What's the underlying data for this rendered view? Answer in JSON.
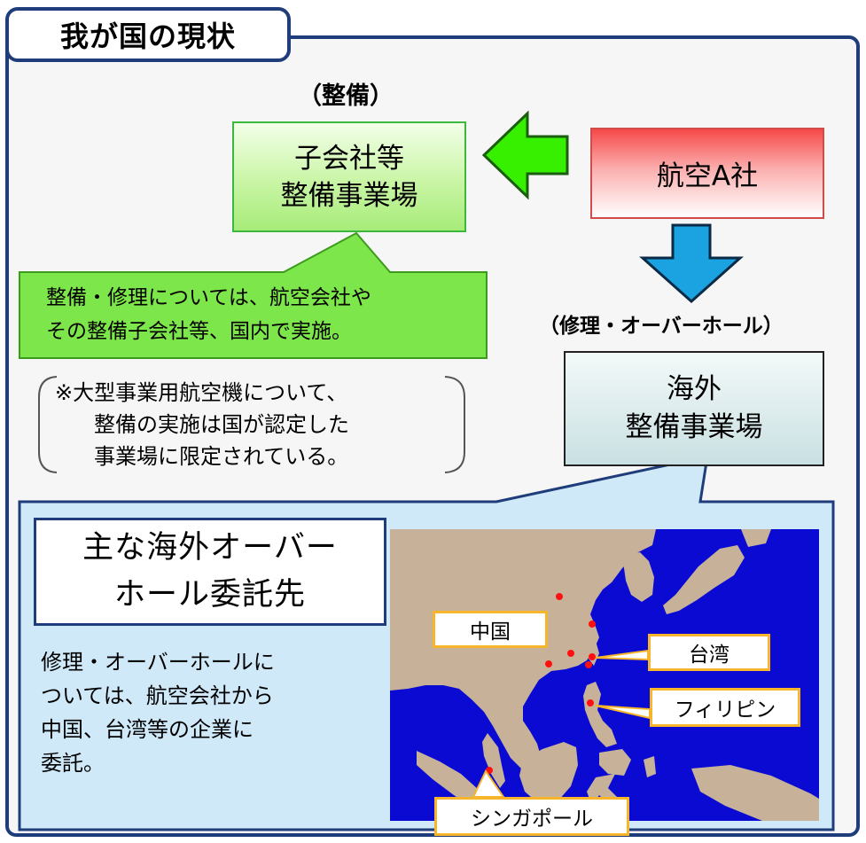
{
  "title": "我が国の現状",
  "top": {
    "maintenance_label": "（整備）",
    "subsidiary_line1": "子会社等",
    "subsidiary_line2": "整備事業場",
    "airline_label": "航空A社",
    "overhaul_label": "（修理・オーバーホール）",
    "overseas_line1": "海外",
    "overseas_line2": "整備事業場"
  },
  "callout": {
    "line1": "整備・修理については、航空会社や",
    "line2": "その整備子会社等、国内で実施。"
  },
  "note": {
    "line1": "※大型事業用航空機について、",
    "line2": "整備の実施は国が認定した",
    "line3": "事業場に限定されている。"
  },
  "overseas_panel": {
    "title_line1": "主な海外オーバー",
    "title_line2": "ホール委託先",
    "desc_line1": "修理・オーバーホールに",
    "desc_line2": "ついては、航空会社から",
    "desc_line3": "中国、台湾等の企業に",
    "desc_line4": "委託。"
  },
  "map_labels": {
    "china": "中国",
    "taiwan": "台湾",
    "philippines": "フィリピン",
    "singapore": "シンガポール"
  },
  "colors": {
    "frame": "#1f3d7a",
    "green_arrow": "#36f000",
    "blue_arrow": "#1aa3e0",
    "sea": "#0a0ad2",
    "land": "#c7b299",
    "label_border": "#f7b52b",
    "city_dot": "#ff1010",
    "panel_bg": "#cfe9f9"
  },
  "icons": {
    "left_arrow": "green-left-arrow-icon",
    "down_arrow": "blue-down-arrow-icon"
  }
}
